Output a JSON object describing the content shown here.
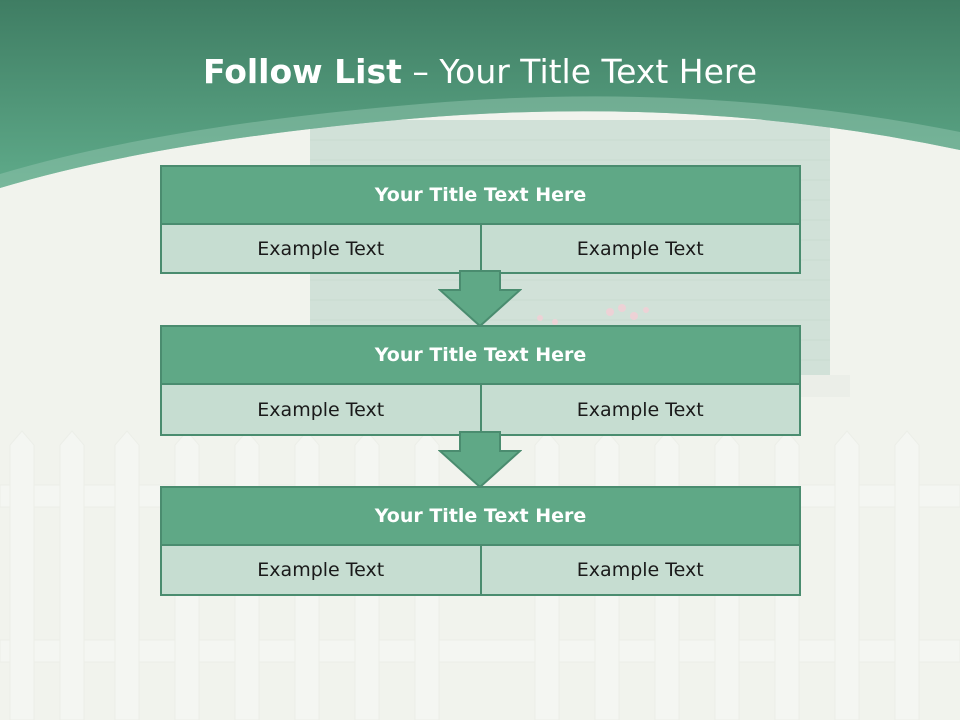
{
  "slide": {
    "title_bold": "Follow List",
    "title_rest": " – Your Title Text Here",
    "colors": {
      "banner": "#5ba386",
      "box_header": "#5fa886",
      "box_body": "#c6ddd1",
      "border": "#4a8c6f"
    }
  },
  "steps": [
    {
      "title": "Your Title Text Here",
      "left": "Example Text",
      "right": "Example Text"
    },
    {
      "title": "Your Title Text Here",
      "left": "Example Text",
      "right": "Example Text"
    },
    {
      "title": "Your Title Text Here",
      "left": "Example Text",
      "right": "Example Text"
    }
  ]
}
